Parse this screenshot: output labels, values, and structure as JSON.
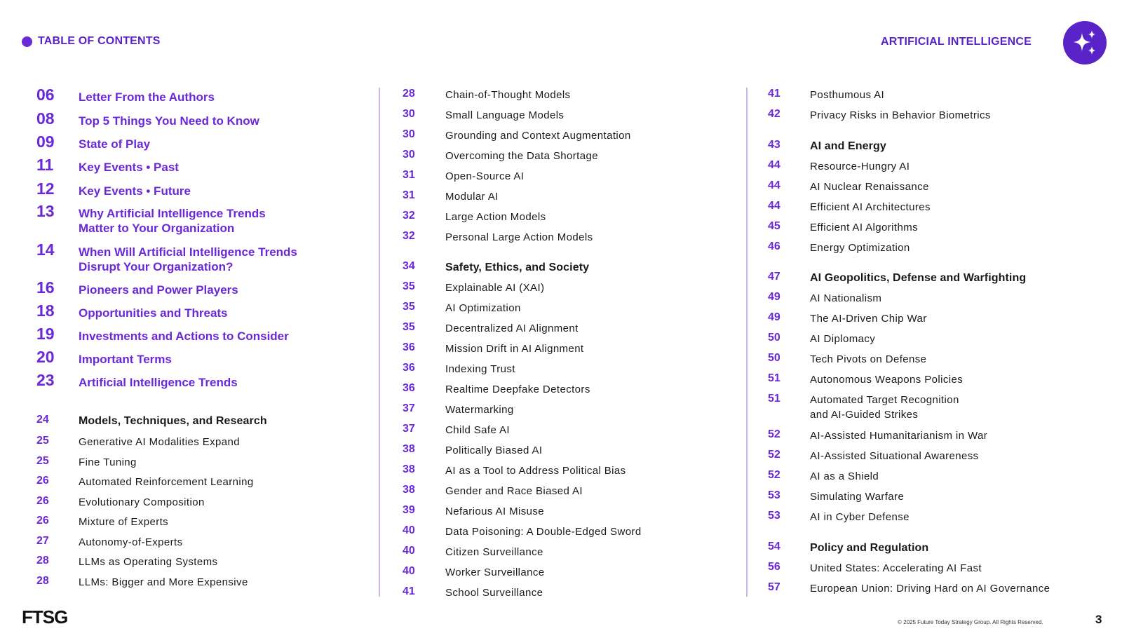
{
  "header": {
    "section_label": "TABLE OF CONTENTS",
    "report_title": "ARTIFICIAL INTELLIGENCE",
    "badge_icon": "sparkles-icon"
  },
  "footer": {
    "logo": "FTSG",
    "copyright": "© 2025 Future Today Strategy Group. All Rights Reserved.",
    "page_number": "3"
  },
  "toc": {
    "column1": [
      {
        "page": "06",
        "title": "Letter From the Authors",
        "style": "big"
      },
      {
        "page": "08",
        "title": "Top 5 Things You Need to Know",
        "style": "big"
      },
      {
        "page": "09",
        "title": "State of Play",
        "style": "big"
      },
      {
        "page": "11",
        "title": "Key Events • Past",
        "style": "big"
      },
      {
        "page": "12",
        "title": "Key Events • Future",
        "style": "big"
      },
      {
        "page": "13",
        "title": "Why Artificial Intelligence Trends",
        "title2": "Matter to Your Organization",
        "style": "big"
      },
      {
        "page": "14",
        "title": "When Will Artificial Intelligence Trends",
        "title2": "Disrupt Your Organization?",
        "style": "big"
      },
      {
        "page": "16",
        "title": "Pioneers and Power Players",
        "style": "big"
      },
      {
        "page": "18",
        "title": "Opportunities and Threats",
        "style": "big"
      },
      {
        "page": "19",
        "title": "Investments and Actions to Consider",
        "style": "big"
      },
      {
        "page": "20",
        "title": "Important Terms",
        "style": "big"
      },
      {
        "page": "23",
        "title": "Artificial Intelligence Trends",
        "style": "big"
      },
      {
        "page": "24",
        "title": "Models, Techniques, and Research",
        "style": "section"
      },
      {
        "page": "25",
        "title": "Generative AI Modalities Expand",
        "style": "item"
      },
      {
        "page": "25",
        "title": "Fine Tuning",
        "style": "item"
      },
      {
        "page": "26",
        "title": "Automated Reinforcement Learning",
        "style": "item"
      },
      {
        "page": "26",
        "title": "Evolutionary Composition",
        "style": "item"
      },
      {
        "page": "26",
        "title": "Mixture of Experts",
        "style": "item"
      },
      {
        "page": "27",
        "title": "Autonomy-of-Experts",
        "style": "item"
      },
      {
        "page": "28",
        "title": "LLMs as Operating Systems",
        "style": "item"
      },
      {
        "page": "28",
        "title": "LLMs: Bigger and More Expensive",
        "style": "item"
      }
    ],
    "column2": [
      {
        "page": "28",
        "title": "Chain-of-Thought Models",
        "style": "item"
      },
      {
        "page": "30",
        "title": "Small Language Models",
        "style": "item"
      },
      {
        "page": "30",
        "title": "Grounding and Context Augmentation",
        "style": "item"
      },
      {
        "page": "30",
        "title": "Overcoming the Data Shortage",
        "style": "item"
      },
      {
        "page": "31",
        "title": "Open-Source AI",
        "style": "item"
      },
      {
        "page": "31",
        "title": "Modular AI",
        "style": "item"
      },
      {
        "page": "32",
        "title": "Large Action Models",
        "style": "item"
      },
      {
        "page": "32",
        "title": "Personal Large Action Models",
        "style": "item"
      },
      {
        "page": "34",
        "title": "Safety, Ethics, and Society",
        "style": "section"
      },
      {
        "page": "35",
        "title": "Explainable AI (XAI)",
        "style": "item"
      },
      {
        "page": "35",
        "title": "AI Optimization",
        "style": "item"
      },
      {
        "page": "35",
        "title": "Decentralized AI Alignment",
        "style": "item"
      },
      {
        "page": "36",
        "title": "Mission Drift in AI Alignment",
        "style": "item"
      },
      {
        "page": "36",
        "title": "Indexing Trust",
        "style": "item"
      },
      {
        "page": "36",
        "title": "Realtime Deepfake Detectors",
        "style": "item"
      },
      {
        "page": "37",
        "title": "Watermarking",
        "style": "item"
      },
      {
        "page": "37",
        "title": "Child Safe AI",
        "style": "item"
      },
      {
        "page": "38",
        "title": "Politically Biased AI",
        "style": "item"
      },
      {
        "page": "38",
        "title": "AI as a Tool to Address Political Bias",
        "style": "item"
      },
      {
        "page": "38",
        "title": "Gender and Race Biased AI",
        "style": "item"
      },
      {
        "page": "39",
        "title": "Nefarious AI Misuse",
        "style": "item"
      },
      {
        "page": "40",
        "title": "Data Poisoning: A Double-Edged Sword",
        "style": "item"
      },
      {
        "page": "40",
        "title": "Citizen Surveillance",
        "style": "item"
      },
      {
        "page": "40",
        "title": "Worker Surveillance",
        "style": "item"
      },
      {
        "page": "41",
        "title": "School Surveillance",
        "style": "item"
      }
    ],
    "column3": [
      {
        "page": "41",
        "title": "Posthumous AI",
        "style": "item"
      },
      {
        "page": "42",
        "title": "Privacy Risks in Behavior Biometrics",
        "style": "item"
      },
      {
        "page": "43",
        "title": "AI and Energy",
        "style": "section"
      },
      {
        "page": "44",
        "title": "Resource-Hungry AI",
        "style": "item"
      },
      {
        "page": "44",
        "title": "AI Nuclear Renaissance",
        "style": "item"
      },
      {
        "page": "44",
        "title": "Efficient AI Architectures",
        "style": "item"
      },
      {
        "page": "45",
        "title": "Efficient AI Algorithms",
        "style": "item"
      },
      {
        "page": "46",
        "title": "Energy Optimization",
        "style": "item"
      },
      {
        "page": "47",
        "title": "AI Geopolitics, Defense and Warfighting",
        "style": "section"
      },
      {
        "page": "49",
        "title": "AI Nationalism",
        "style": "item"
      },
      {
        "page": "49",
        "title": "The AI-Driven Chip War",
        "style": "item"
      },
      {
        "page": "50",
        "title": "AI Diplomacy",
        "style": "item"
      },
      {
        "page": "50",
        "title": "Tech Pivots on Defense",
        "style": "item"
      },
      {
        "page": "51",
        "title": "Autonomous Weapons Policies",
        "style": "item"
      },
      {
        "page": "51",
        "title": "Automated Target Recognition",
        "title2": "and AI-Guided Strikes",
        "style": "item"
      },
      {
        "page": "52",
        "title": "AI-Assisted Humanitarianism in War",
        "style": "item"
      },
      {
        "page": "52",
        "title": "AI-Assisted Situational Awareness",
        "style": "item"
      },
      {
        "page": "52",
        "title": "AI as a Shield",
        "style": "item"
      },
      {
        "page": "53",
        "title": "Simulating Warfare",
        "style": "item"
      },
      {
        "page": "53",
        "title": "AI in Cyber Defense",
        "style": "item"
      },
      {
        "page": "54",
        "title": "Policy and Regulation",
        "style": "section"
      },
      {
        "page": "56",
        "title": "United States: Accelerating AI Fast",
        "style": "item"
      },
      {
        "page": "57",
        "title": "European Union: Driving Hard on AI Governance",
        "style": "item"
      }
    ]
  }
}
